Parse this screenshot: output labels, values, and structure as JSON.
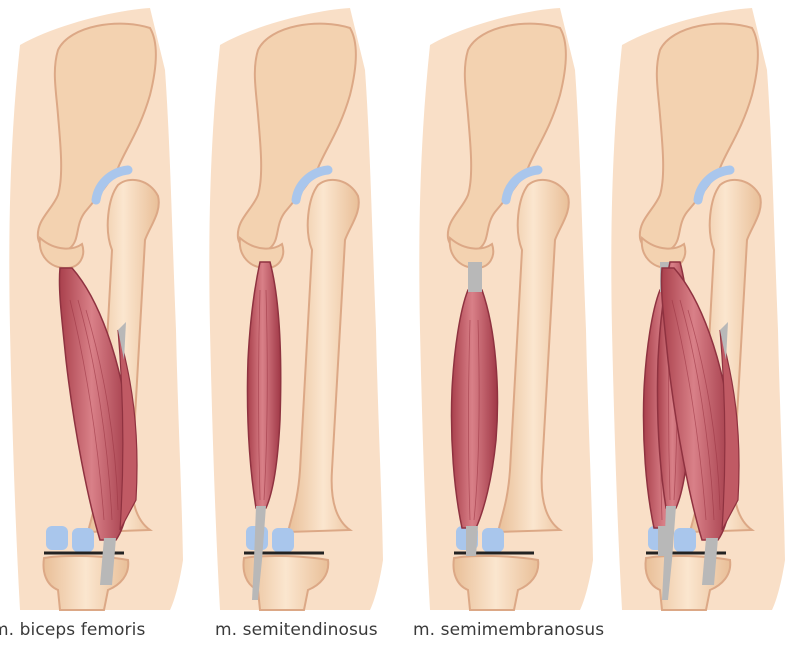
{
  "captions": {
    "biceps_femoris": "m. biceps femoris",
    "semitendinosus": "m. semitendinosus",
    "semimembranosus": "m. semimembranosus"
  },
  "colors": {
    "skin": "#f9dfc7",
    "bone": "#f3d2b0",
    "bone_light": "#fbe6cf",
    "bone_outline": "#dca886",
    "muscle": "#c8646c",
    "muscle_dark": "#a8404c",
    "tendon": "#b8b8b8",
    "cartilage": "#a9c6ec"
  }
}
